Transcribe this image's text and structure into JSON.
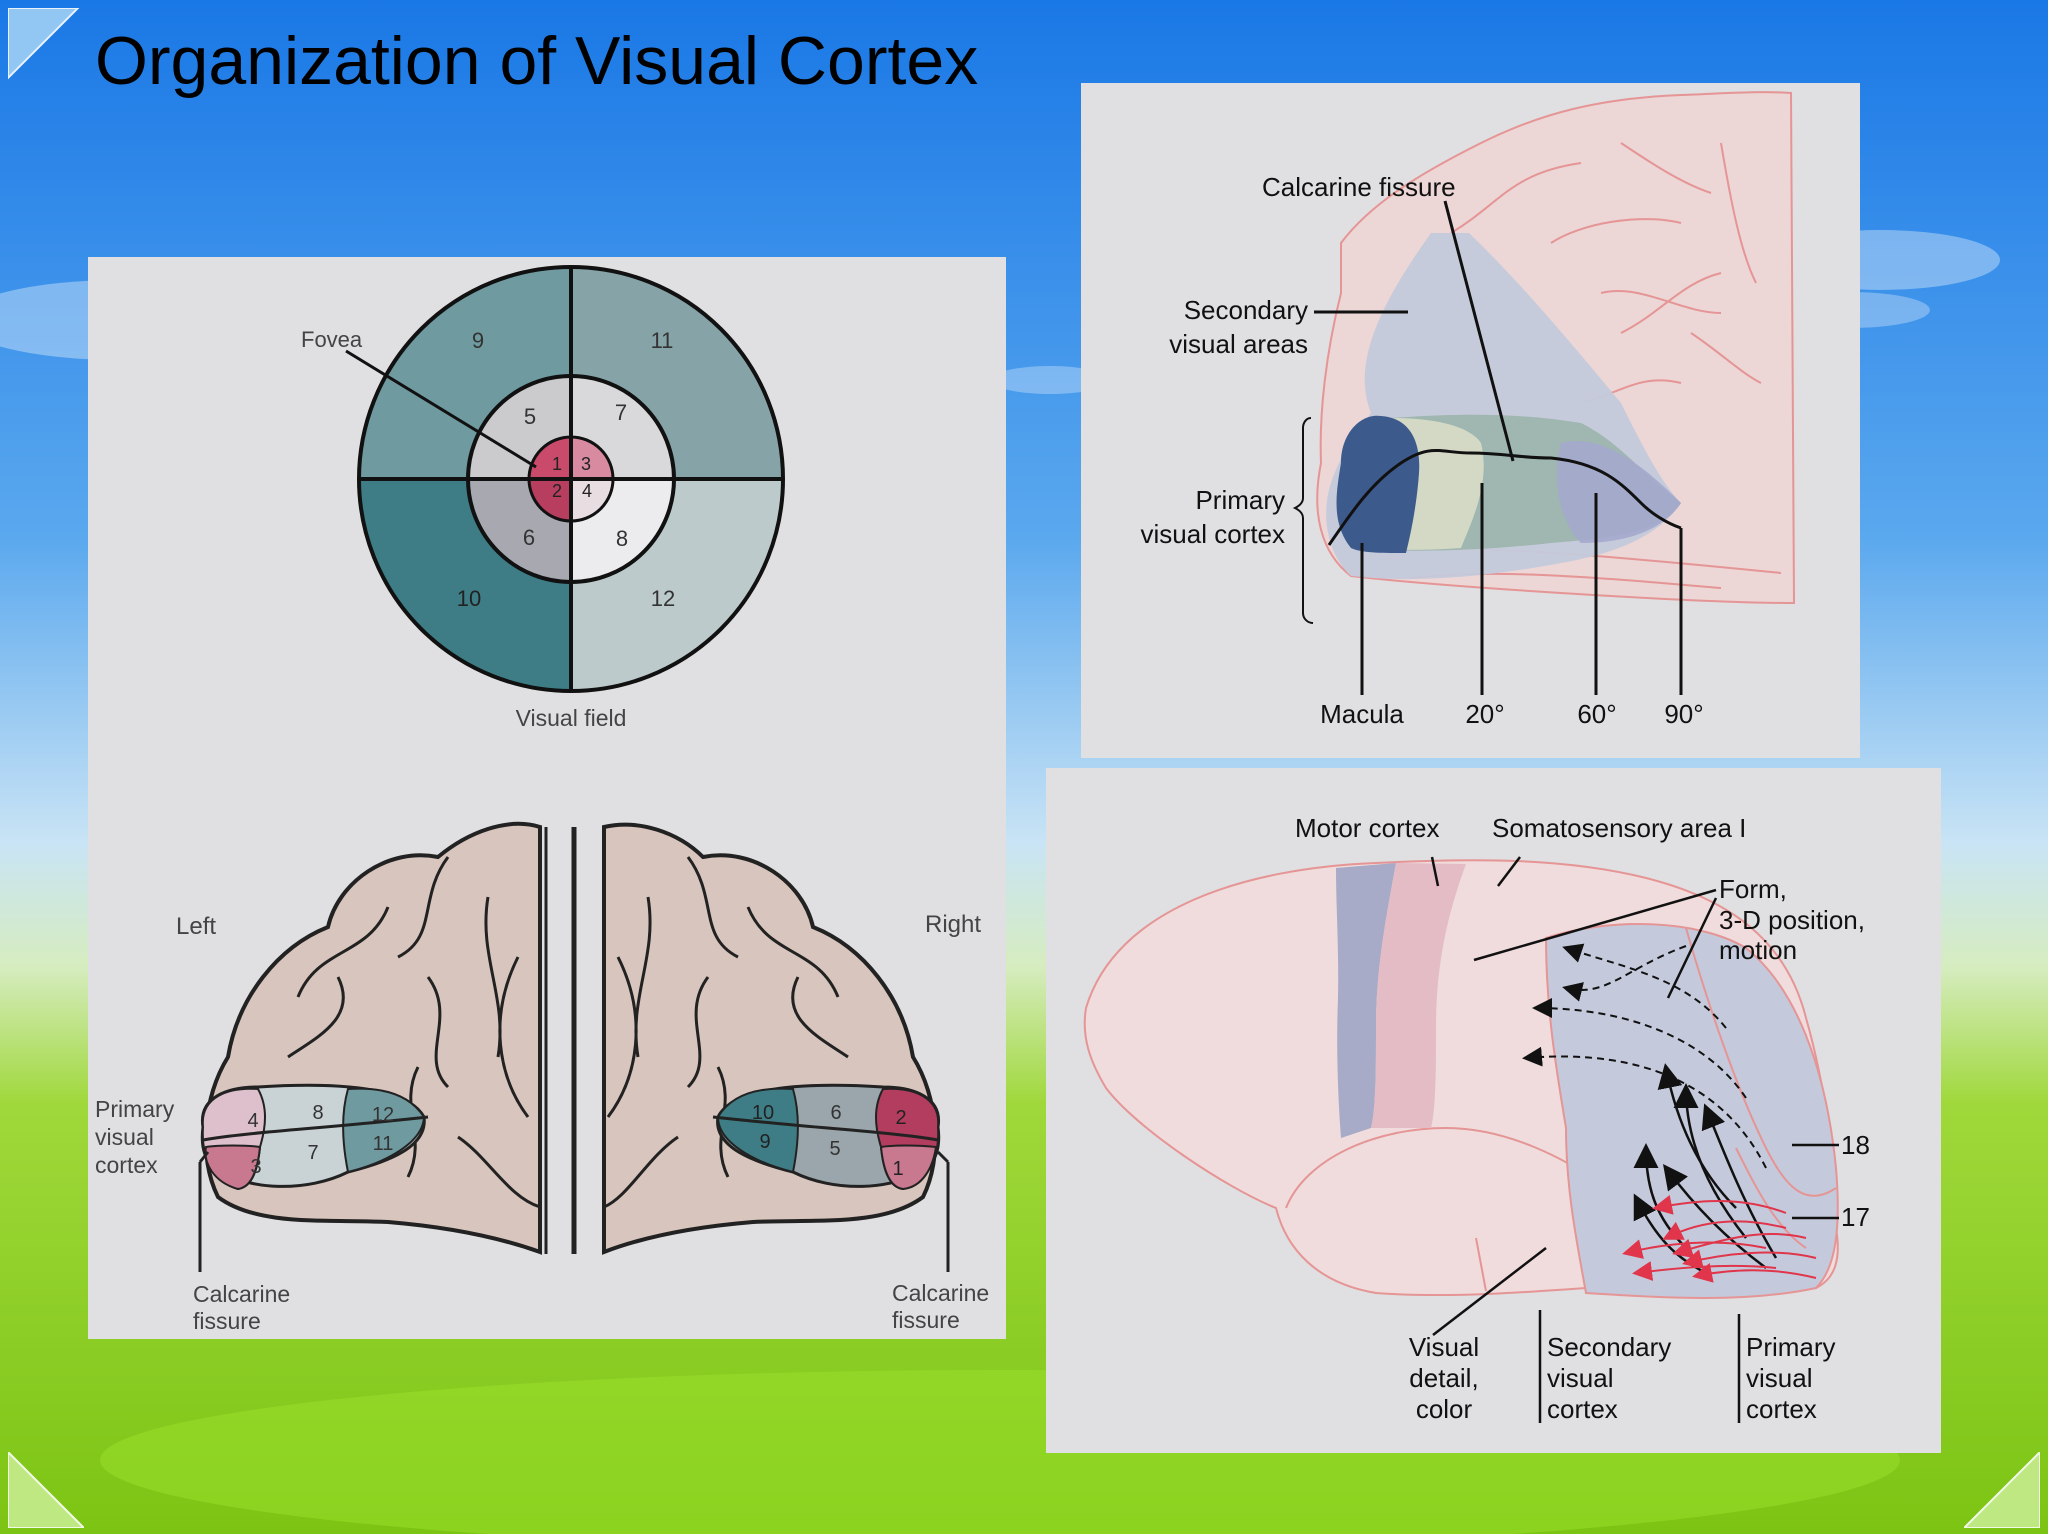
{
  "slide": {
    "title": "Organization of Visual Cortex"
  },
  "colors": {
    "sky_top": "#1e7fe8",
    "sky_mid": "#8fc6f2",
    "grass": "#8fd21c",
    "panel_bg": "#e0dfe1",
    "teal_dark": "#3e7d86",
    "teal_mid": "#7fa3a8",
    "teal_light": "#bccacc",
    "fovea_red": "#c2506e",
    "brain_tan": "#d9c6bd",
    "visual_blue": "#c4cadb",
    "motor_purple": "#a7abc7",
    "somato_pink": "#e3bcc6",
    "arrow_red": "#e0354a"
  },
  "visual_field_panel": {
    "fovea_label": "Fovea",
    "caption": "Visual field",
    "outer_ring": [
      "9",
      "11",
      "10",
      "12"
    ],
    "middle_ring": [
      "5",
      "7",
      "6",
      "8"
    ],
    "center": [
      "1",
      "3",
      "2",
      "4"
    ],
    "left_label": "Left",
    "right_label": "Right",
    "primary_label": [
      "Primary",
      "visual",
      "cortex"
    ],
    "left_calcarine": [
      "Calcarine",
      "fissure"
    ],
    "right_calcarine": [
      "Calcarine",
      "fissure"
    ],
    "left_hemi_numbers": [
      "4",
      "8",
      "12",
      "11",
      "7",
      "3"
    ],
    "right_hemi_numbers": [
      "10",
      "6",
      "2",
      "9",
      "5",
      "1"
    ]
  },
  "medial_panel": {
    "calcarine_label": "Calcarine fissure",
    "secondary_label": [
      "Secondary",
      "visual areas"
    ],
    "primary_label": [
      "Primary",
      "visual cortex"
    ],
    "bottom_labels": [
      "Macula",
      "20°",
      "60°",
      "90°"
    ]
  },
  "lateral_panel": {
    "motor_label": "Motor cortex",
    "somato_label": "Somatosensory area I",
    "form_label": [
      "Form,",
      "3-D position,",
      "motion"
    ],
    "area_18": "18",
    "area_17": "17",
    "bottom_labels": [
      [
        "Visual",
        "detail,",
        "color"
      ],
      [
        "Secondary",
        "visual",
        "cortex"
      ],
      [
        "Primary",
        "visual",
        "cortex"
      ]
    ]
  }
}
